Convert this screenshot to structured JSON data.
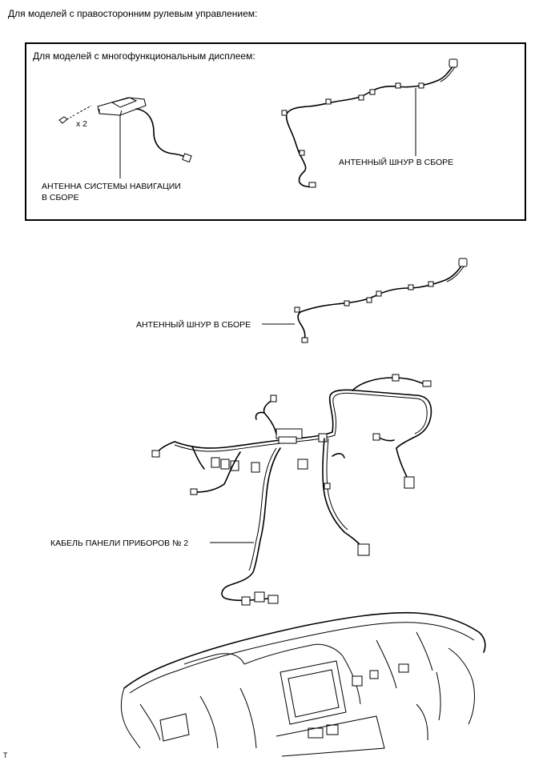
{
  "header": {
    "title": "Для моделей с правосторонним рулевым управлением:"
  },
  "inset": {
    "title": "Для моделей с многофункциональным дисплеем:",
    "nav_antenna_label_line1": "АНТЕННА СИСТЕМЫ НАВИГАЦИИ",
    "nav_antenna_label_line2": "В СБОРЕ",
    "screw_count": "x 2",
    "antenna_cord_label": "АНТЕННЫЙ ШНУР В СБОРЕ"
  },
  "main": {
    "antenna_cord_label": "АНТЕННЫЙ ШНУР В СБОРЕ",
    "harness_label": "КАБЕЛЬ ПАНЕЛИ ПРИБОРОВ № 2"
  },
  "footer": {
    "corner_mark": "T"
  }
}
